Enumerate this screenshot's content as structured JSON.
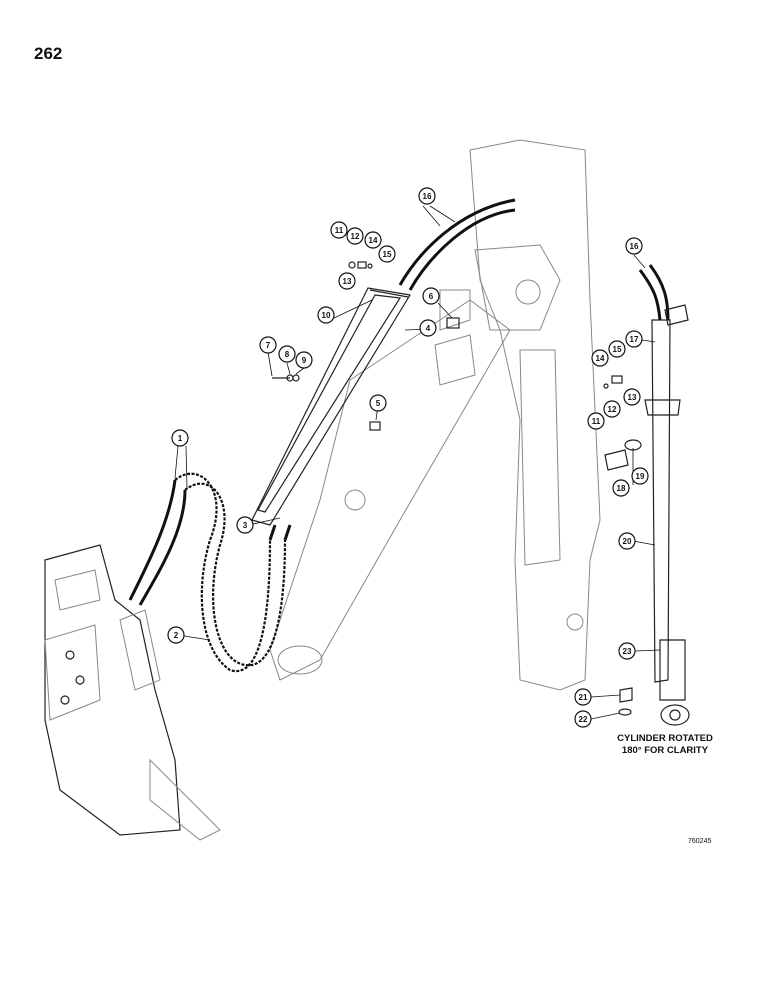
{
  "page_number": "262",
  "note": {
    "line1": "CYLINDER ROTATED",
    "line2": "180° FOR CLARITY"
  },
  "drawing_number": "760245",
  "callouts": [
    "1",
    "2",
    "3",
    "4",
    "5",
    "6",
    "7",
    "8",
    "9",
    "10",
    "11",
    "12",
    "13",
    "14",
    "15",
    "16",
    "16",
    "17",
    "14",
    "15",
    "11",
    "12",
    "13",
    "18",
    "19",
    "20",
    "23",
    "21",
    "22"
  ]
}
